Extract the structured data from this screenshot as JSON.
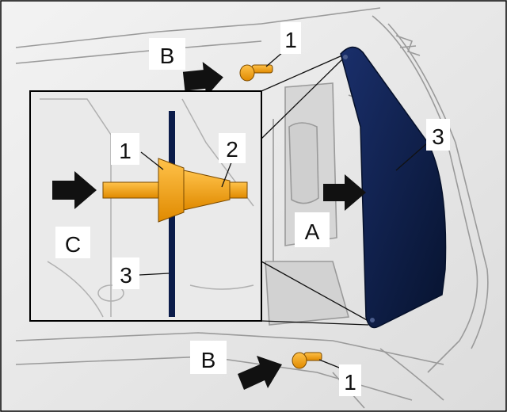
{
  "labels": {
    "part_1": "1",
    "part_2": "2",
    "part_3": "3",
    "view_a": "A",
    "view_b": "B",
    "view_c": "C"
  },
  "colors": {
    "panel_blue": "#0b1c4a",
    "clip_orange": "#f4a014",
    "arrow_black": "#111111",
    "frame_gray": "#bfbfbf",
    "inset_border": "#000000"
  }
}
